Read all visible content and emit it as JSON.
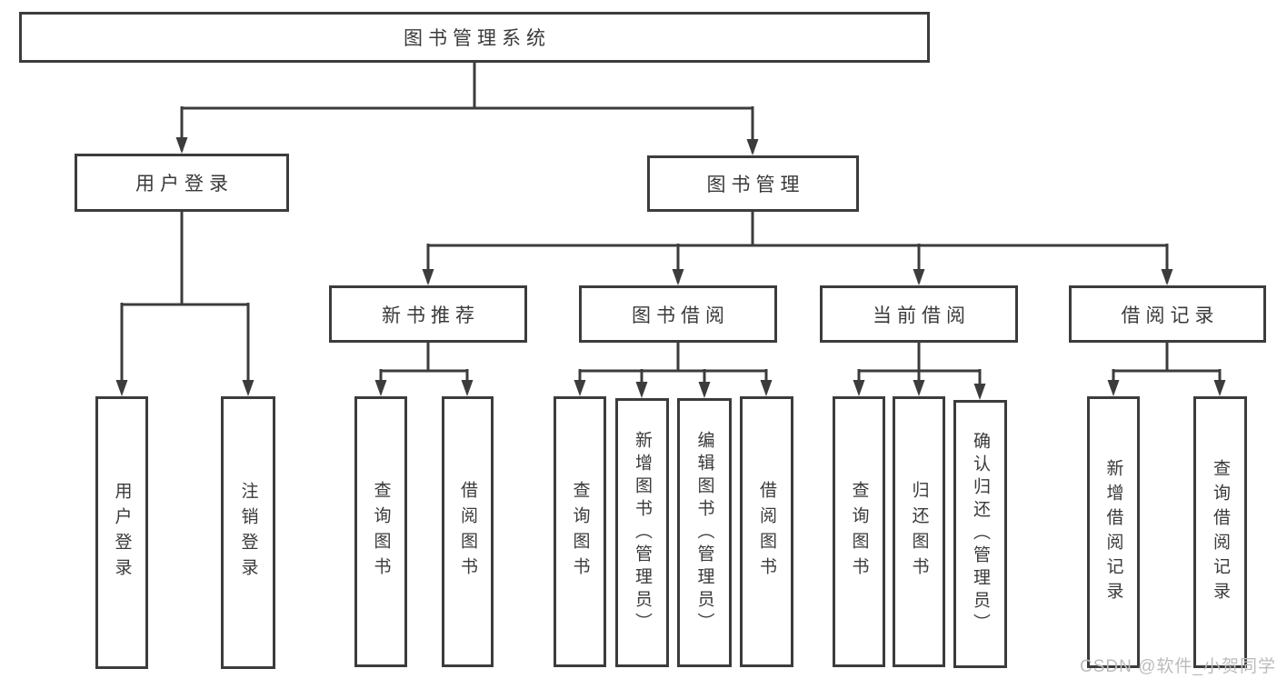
{
  "diagram": {
    "root": "图书管理系统",
    "level2": {
      "user_login": "用户登录",
      "book_mgmt": "图书管理"
    },
    "level3": {
      "new_books": "新书推荐",
      "borrow": "图书借阅",
      "current": "当前借阅",
      "records": "借阅记录"
    },
    "leaves": {
      "a1": "用户登录",
      "a2": "注销登录",
      "b1": "查询图书",
      "b2": "借阅图书",
      "c1": "查询图书",
      "c2": "新增图书（管理员）",
      "c3": "编辑图书（管理员）",
      "c4": "借阅图书",
      "d1": "查询图书",
      "d2": "归还图书",
      "d3": "确认归还（管理员）",
      "e1": "新增借阅记录",
      "e2": "查询借阅记录"
    },
    "watermark": "CSDN @软件_小贺同学",
    "colors": {
      "line": "#3c3c3c",
      "text": "#3a3a3a",
      "watermark": "#bcbcbc",
      "background": "#ffffff"
    }
  }
}
